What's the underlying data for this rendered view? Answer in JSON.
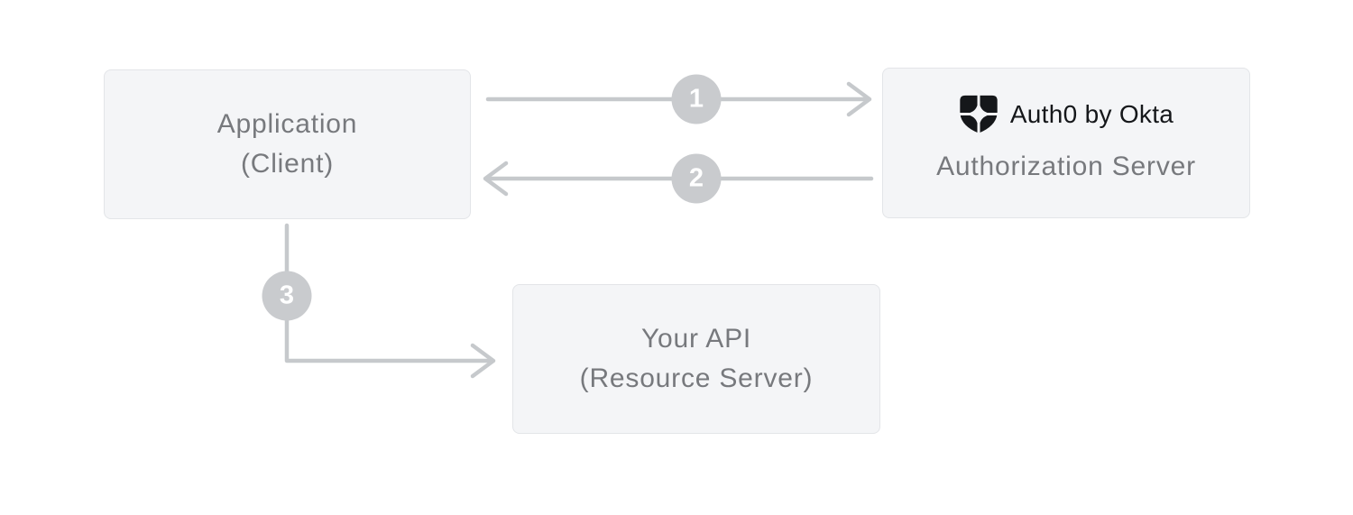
{
  "colors": {
    "canvas_bg": "#ffffff",
    "node_bg": "#f4f5f7",
    "node_border": "#e3e5e8",
    "node_text": "#77797d",
    "arrow": "#c6c9cc",
    "badge_bg": "#c9cbce",
    "badge_text": "#ffffff",
    "brand_black": "#15171a"
  },
  "diagram": {
    "application": {
      "title": "Application",
      "subtitle": "(Client)"
    },
    "auth_server": {
      "brand": "Auth0 by Okta",
      "label": "Authorization Server"
    },
    "your_api": {
      "title": "Your API",
      "subtitle": "(Resource Server)"
    },
    "steps": {
      "one": "1",
      "two": "2",
      "three": "3"
    }
  }
}
